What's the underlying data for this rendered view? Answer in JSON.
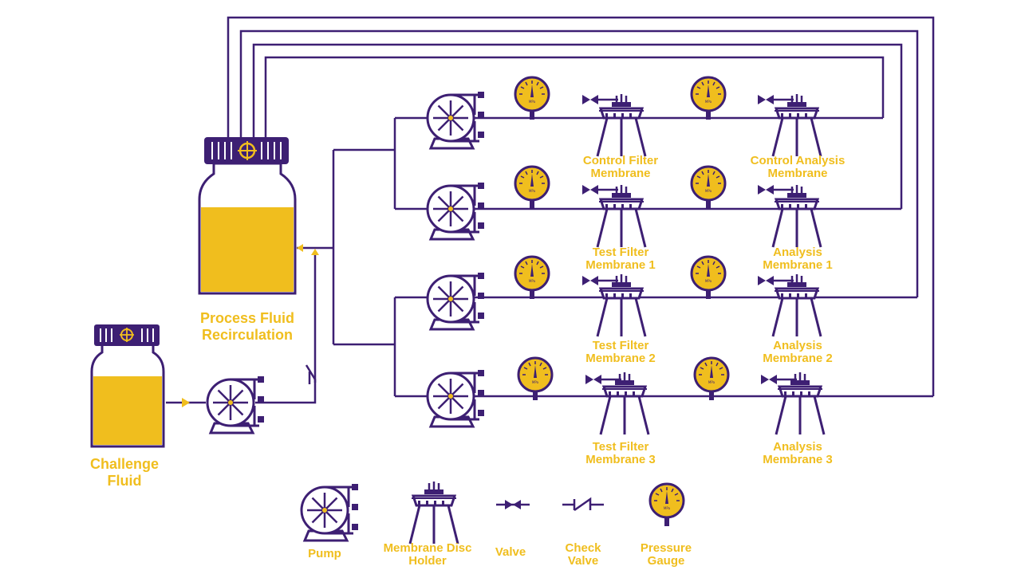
{
  "colors": {
    "purple": "#3D1F73",
    "gold": "#F0BE1E",
    "background": "#FFFFFF"
  },
  "reservoirs": {
    "process": {
      "label_line1": "Process Fluid",
      "label_line2": "Recirculation"
    },
    "challenge": {
      "label_line1": "Challenge",
      "label_line2": "Fluid"
    }
  },
  "lines": [
    {
      "first": {
        "line1": "Control Filter",
        "line2": "Membrane"
      },
      "second": {
        "line1": "Control  Analysis",
        "line2": "Membrane"
      }
    },
    {
      "first": {
        "line1": "Test Filter",
        "line2": "Membrane 1"
      },
      "second": {
        "line1": "Analysis",
        "line2": "Membrane 1"
      }
    },
    {
      "first": {
        "line1": "Test Filter",
        "line2": "Membrane 2"
      },
      "second": {
        "line1": "Analysis",
        "line2": "Membrane 2"
      }
    },
    {
      "first": {
        "line1": "Test Filter",
        "line2": "Membrane 3"
      },
      "second": {
        "line1": "Analysis",
        "line2": "Membrane 3"
      }
    }
  ],
  "gauge_text": "MPa",
  "legend": [
    {
      "icon": "pump-icon",
      "line1": "Pump",
      "line2": ""
    },
    {
      "icon": "membrane-disc-holder-icon",
      "line1": "Membrane Disc",
      "line2": "Holder"
    },
    {
      "icon": "valve-icon",
      "line1": "Valve",
      "line2": ""
    },
    {
      "icon": "check-valve-icon",
      "line1": "Check",
      "line2": "Valve"
    },
    {
      "icon": "pressure-gauge-icon",
      "line1": "Pressure",
      "line2": "Gauge"
    }
  ]
}
